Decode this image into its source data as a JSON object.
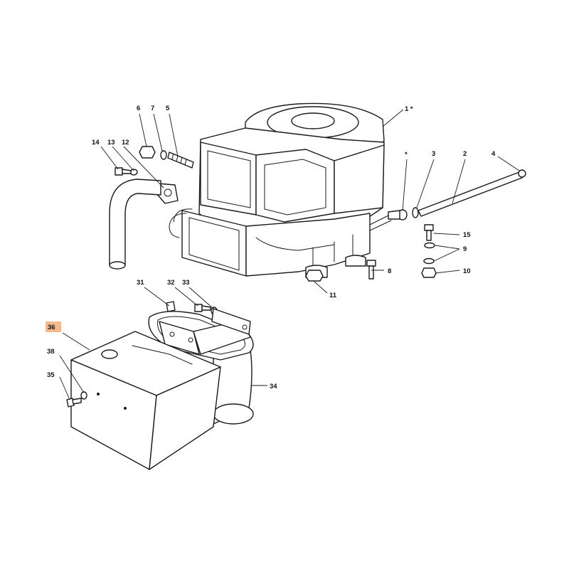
{
  "highlight_color": "#f5b98e",
  "callouts": [
    {
      "id": "c1",
      "text": "1 *"
    },
    {
      "id": "c2",
      "text": "2"
    },
    {
      "id": "c3",
      "text": "3"
    },
    {
      "id": "c4",
      "text": "4"
    },
    {
      "id": "c5",
      "text": "5"
    },
    {
      "id": "c6",
      "text": "6"
    },
    {
      "id": "c7",
      "text": "7"
    },
    {
      "id": "c8",
      "text": "8"
    },
    {
      "id": "c9",
      "text": "9"
    },
    {
      "id": "c10",
      "text": "10"
    },
    {
      "id": "c11",
      "text": "11"
    },
    {
      "id": "c12",
      "text": "12"
    },
    {
      "id": "c13",
      "text": "13"
    },
    {
      "id": "c14",
      "text": "14"
    },
    {
      "id": "c15",
      "text": "15"
    },
    {
      "id": "cs",
      "text": "*"
    },
    {
      "id": "c31",
      "text": "31"
    },
    {
      "id": "c32",
      "text": "32"
    },
    {
      "id": "c33",
      "text": "33"
    },
    {
      "id": "c34",
      "text": "34"
    },
    {
      "id": "c35",
      "text": "35"
    },
    {
      "id": "c36",
      "text": "36",
      "highlighted": true
    },
    {
      "id": "c38",
      "text": "38"
    }
  ]
}
